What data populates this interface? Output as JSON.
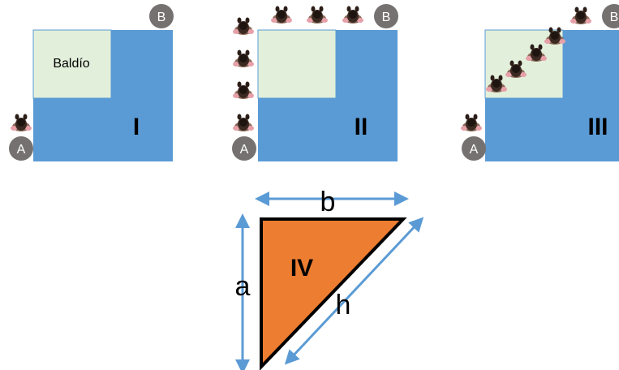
{
  "colors": {
    "block": "#5b9bd5",
    "lot": "#e2efda",
    "lot_border": "#5b9bd5",
    "point_circle": "#767171",
    "point_text": "#ffffff",
    "triangle_fill": "#ed7d31",
    "triangle_stroke": "#000000",
    "arrow": "#5b9bd5"
  },
  "panels": [
    {
      "roman": "I",
      "lot_label": "Baldío",
      "point_a": "A",
      "point_b": "B",
      "walker_path": "around the left and bottom edge"
    },
    {
      "roman": "II",
      "point_a": "A",
      "point_b": "B",
      "walker_path": "up the left edge then along the top edge"
    },
    {
      "roman": "III",
      "point_a": "A",
      "point_b": "B",
      "walker_path": "diagonally across the vacant lot"
    }
  ],
  "triangle": {
    "label": "IV",
    "side_a": "a",
    "side_b": "b",
    "side_h": "h"
  },
  "icons": {
    "walker": "person-walking-icon"
  }
}
